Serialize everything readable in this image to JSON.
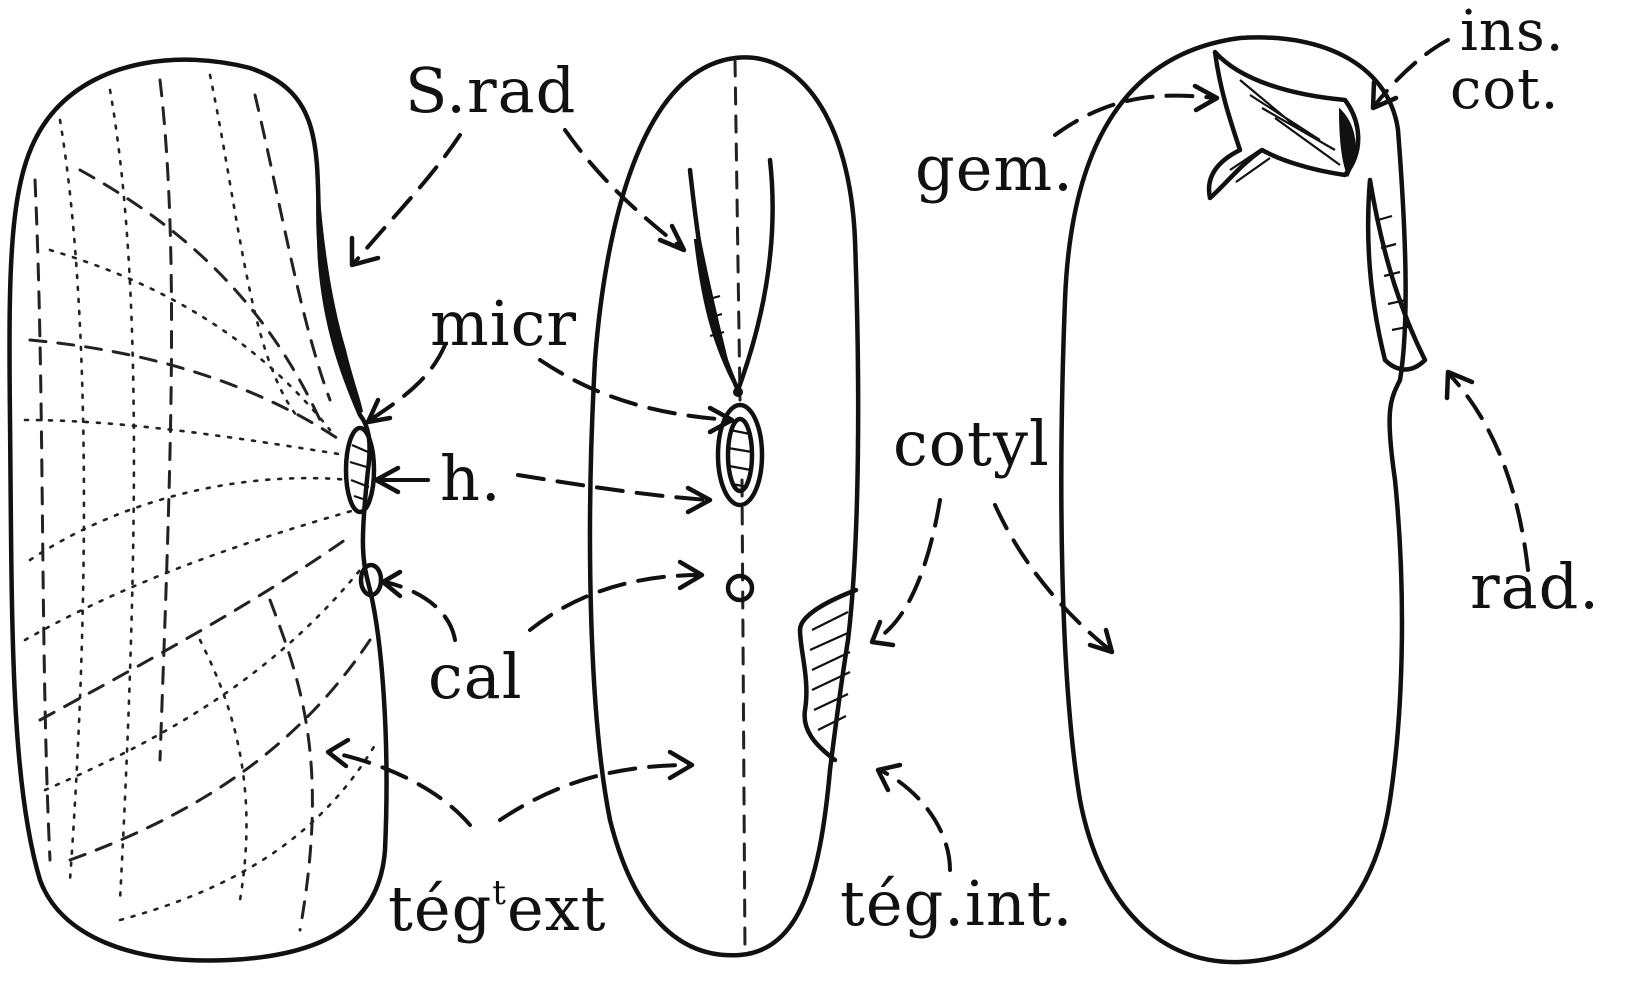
{
  "labels": {
    "s_rad": "S.rad",
    "micr": "micr",
    "h": "h.",
    "cal": "cal",
    "teg_ext": "tég ext",
    "teg_ext_sup": "t",
    "cotyl": "cotyl",
    "teg_int": "tég.int.",
    "gem": "gem.",
    "ins": "ins.",
    "cot": "cot.",
    "rad": "rad."
  }
}
